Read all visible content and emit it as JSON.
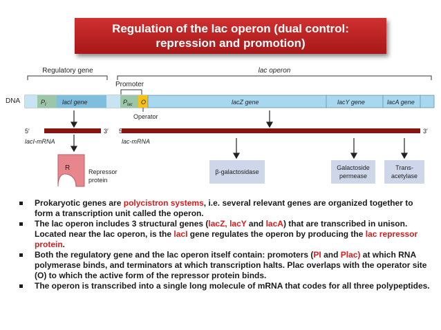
{
  "title": {
    "line1": "Regulation of the lac operon (dual control:",
    "line2": "repression and promotion)"
  },
  "diagram": {
    "regulatory_gene_label": "Regulatory gene",
    "lac_operon_label": "lac operon",
    "promoter_label": "Promoter",
    "operator_label": "Operator",
    "dna_label": "DNA",
    "seg_pi": "P",
    "seg_pi_sub": "I",
    "seg_laci": "lacI gene",
    "seg_plac": "P",
    "seg_plac_sub": "lac",
    "seg_o": "O",
    "seg_lacz": "lacZ gene",
    "seg_lacy": "lacY gene",
    "seg_laca": "lacA gene",
    "five_prime_1": "5′",
    "three_prime_1": "3′",
    "five_prime_2": "5′",
    "three_prime_2": "3′",
    "laci_mrna": "lacI-mRNA",
    "lac_mrna": "lac-mRNA",
    "repressor_letter": "R",
    "repressor_line1": "Repressor",
    "repressor_line2": "protein",
    "betagal": "β-galactosidase",
    "permease_line1": "Galactoside",
    "permease_line2": "permease",
    "transacetylase_line1": "Trans-",
    "transacetylase_line2": "acetylase",
    "colors": {
      "accent_red": "#c0181c",
      "mrna": "#8b1010",
      "dna_blue": "#a8d8ef",
      "laci_blue": "#80bede",
      "pi_green": "#9cc6a8",
      "operator_yellow": "#f6c218",
      "product_box": "#ced6ea",
      "protein_pink": "#e8868e"
    }
  },
  "bullets": [
    {
      "parts": [
        {
          "text": "Prokaryotic genes are ",
          "hl": false
        },
        {
          "text": "polycistron systems",
          "hl": true
        },
        {
          "text": ", i.e. several relevant genes are organized together to form a transcription unit called the operon.",
          "hl": false
        }
      ]
    },
    {
      "parts": [
        {
          "text": "The lac operon includes 3 structural genes (",
          "hl": false
        },
        {
          "text": "lacZ, lacY",
          "hl": true
        },
        {
          "text": " and ",
          "hl": false
        },
        {
          "text": "lacA",
          "hl": true
        },
        {
          "text": ") that are transcribed in unison. Located near the lac operon, is the ",
          "hl": false
        },
        {
          "text": "lacI",
          "hl": true
        },
        {
          "text": " gene regulates the operon by producing the ",
          "hl": false
        },
        {
          "text": "lac repressor protein",
          "hl": true
        },
        {
          "text": ".",
          "hl": false
        }
      ]
    },
    {
      "parts": [
        {
          "text": "Both the regulatory gene and the lac operon itself contain: promoters (",
          "hl": false
        },
        {
          "text": "PI",
          "hl": true
        },
        {
          "text": " and ",
          "hl": false
        },
        {
          "text": "Plac)",
          "hl": true
        },
        {
          "text": " at which RNA polymerase binds, and terminators at which transcription halts. Plac overlaps with the operator site (O) to which the active form of the repressor protein binds.",
          "hl": false
        }
      ]
    },
    {
      "parts": [
        {
          "text": "The operon is transcribed into a single long molecule of mRNA that codes for all three polypeptides.",
          "hl": false
        }
      ]
    }
  ]
}
